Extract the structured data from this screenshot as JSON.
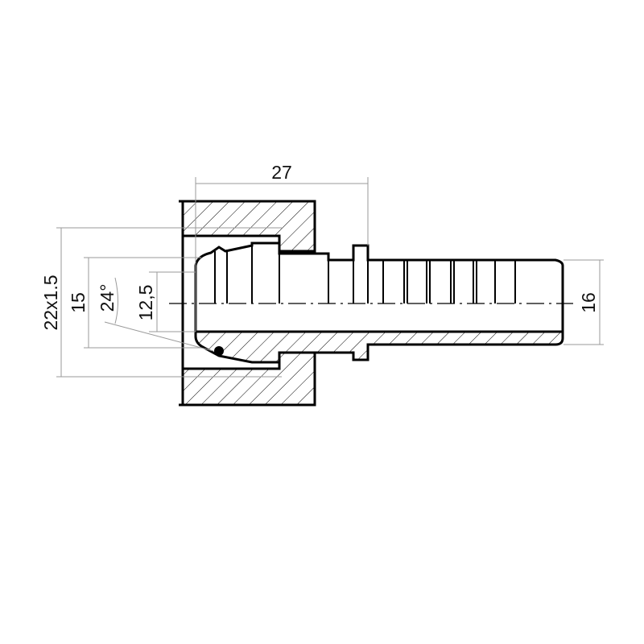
{
  "drawing": {
    "title": "Hose fitting with swivel nut cross-section",
    "dimensions": {
      "length": "27",
      "thread": "22x1.5",
      "cone_diameter": "15",
      "cone_angle": "24°",
      "bore": "12,5",
      "hose_tail": "16"
    },
    "colors": {
      "line": "#000000",
      "dim_line": "#9a9a9a"
    }
  }
}
